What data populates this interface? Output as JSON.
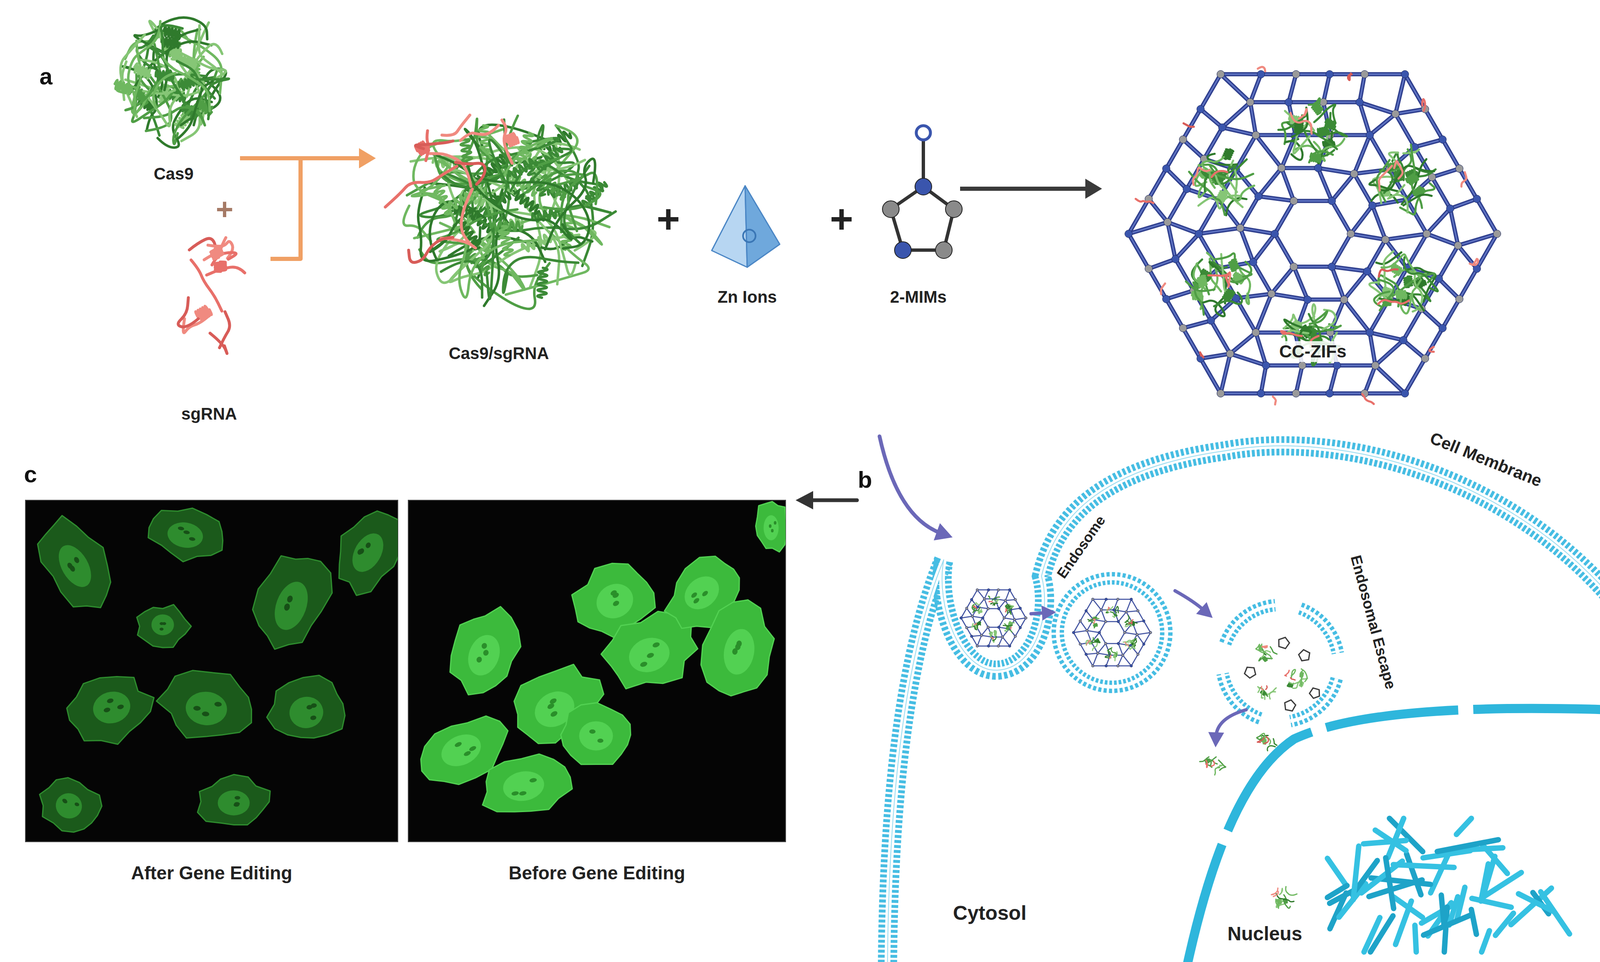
{
  "diagram": {
    "nodes": [
      {
        "text": [
          "Cas9"
        ]
      },
      {
        "text": [
          "sgRNA"
        ]
      },
      {
        "text": [
          "Cas9/sgRNA"
        ]
      },
      {
        "text": [
          "Zn Ions"
        ]
      },
      {
        "text": [
          "2-MIMs"
        ]
      },
      {
        "text": [
          "CC-ZIFs"
        ]
      },
      {
        "text": [
          "After Gene Editing"
        ]
      },
      {
        "text": [
          "Before Gene Editing"
        ]
      }
    ],
    "edges": [
      {
        "from": 0,
        "to": 2,
        "arrow": "to"
      },
      {
        "from": 1,
        "to": 2,
        "arrow": "to"
      },
      {
        "from": 4,
        "to": 5,
        "arrow": "to"
      }
    ],
    "labels": [
      "a",
      "+",
      "+",
      "+",
      "b",
      "Cell Membrane",
      "Endosome",
      "Endosomal Escape",
      "Cytosol",
      "Nucleus",
      "c"
    ]
  }
}
